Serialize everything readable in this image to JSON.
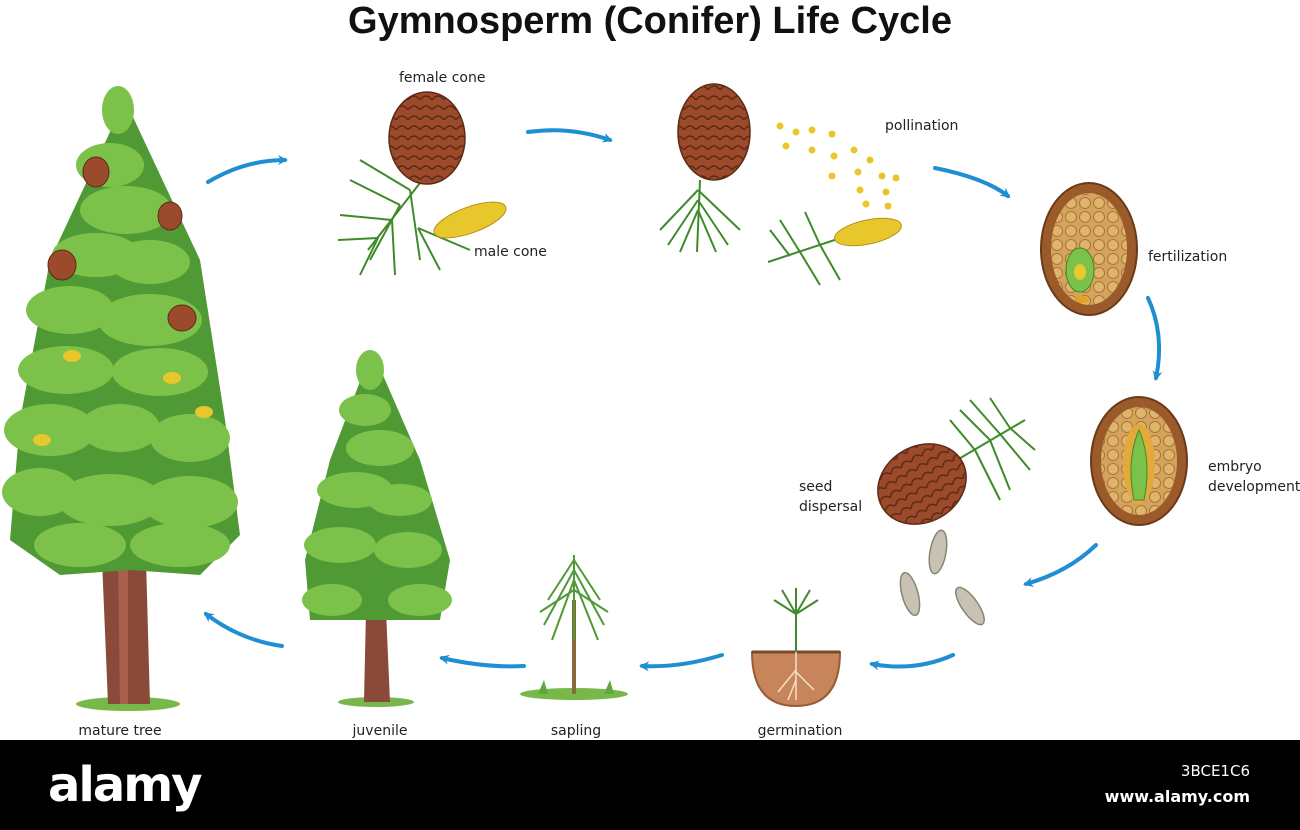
{
  "title": "Gymnosperm (Conifer) Life Cycle",
  "stages": {
    "female_cone": "female cone",
    "male_cone": "male cone",
    "pollination": "pollination",
    "fertilization": "fertilization",
    "embryo_development_1": "embryo",
    "embryo_development_2": "development",
    "seed_dispersal_1": "seed",
    "seed_dispersal_2": "dispersal",
    "germination": "germination",
    "sapling": "sapling",
    "juvenile": "juvenile",
    "mature_tree": "mature tree"
  },
  "colors": {
    "arrow": "#1f8fd1",
    "foliage": "#7cc24a",
    "foliage_dark": "#4f9a34",
    "trunk": "#8a4a3a",
    "cone": "#9b4a2b",
    "pollen": "#e8c72c",
    "soil": "#c8845a"
  },
  "footer": {
    "logo": "alamy",
    "image_id": "3BCE1C6",
    "url": "www.alamy.com"
  }
}
